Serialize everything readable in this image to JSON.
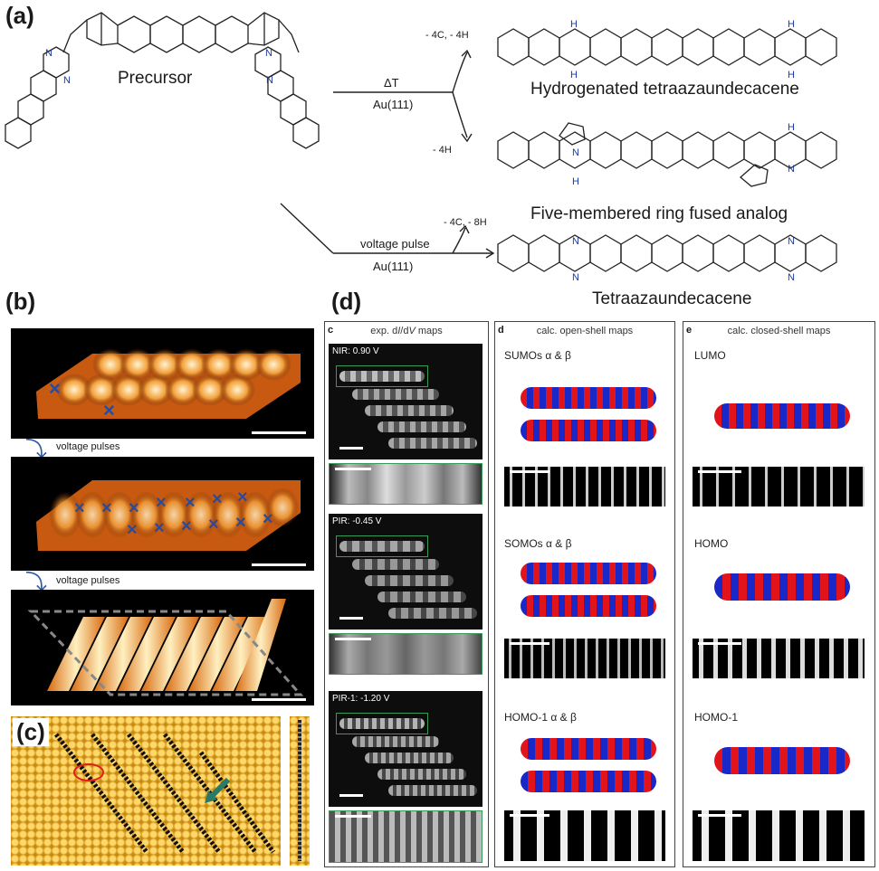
{
  "panel_a": {
    "letter": "(a)",
    "precursor_label": "Precursor",
    "heat_label": "ΔT",
    "substrate_top": "Au(111)",
    "loss_top": "- 4C, - 4H",
    "loss_middle": "- 4H",
    "pulse_label": "voltage pulse",
    "substrate_bottom": "Au(111)",
    "loss_bottom": "- 4C, - 8H",
    "product_1": "Hydrogenated tetraazaundecacene",
    "product_2": "Five-membered ring fused analog",
    "product_3": "Tetraazaundecacene",
    "atom_N": "N",
    "atom_H": "H"
  },
  "panel_b": {
    "letter": "(b)",
    "arrow_label_1": "voltage pulses",
    "arrow_label_2": "voltage pulses",
    "mark": "×"
  },
  "panel_c": {
    "letter": "(c)"
  },
  "panel_d": {
    "letter": "(d)",
    "col_c_letter": "c",
    "col_c_title_pre": "exp. d",
    "col_c_title_i": "I",
    "col_c_title_mid": "/d",
    "col_c_title_v": "V",
    "col_c_title_post": " maps",
    "col_d_letter": "d",
    "col_d_title": "calc. open-shell maps",
    "col_e_letter": "e",
    "col_e_title": "calc. closed-shell maps",
    "exp_labels": [
      "NIR: 0.90 V",
      "PIR: -0.45 V",
      "PIR-1: -1.20 V"
    ],
    "open_shell_labels": [
      "SUMOs α & β",
      "SOMOs α & β",
      "HOMO-1 α & β"
    ],
    "closed_shell_labels": [
      "LUMO",
      "HOMO",
      "HOMO-1"
    ]
  },
  "colors": {
    "stm_orange": "#e8862a",
    "gold_substrate": "#e8b42a",
    "orbital_red": "#e0141a",
    "orbital_blue": "#1a28c8",
    "nitrogen_blue": "#1a3aa8",
    "box_green": "#3a9a5a",
    "cross_blue": "#2a4a9a"
  }
}
